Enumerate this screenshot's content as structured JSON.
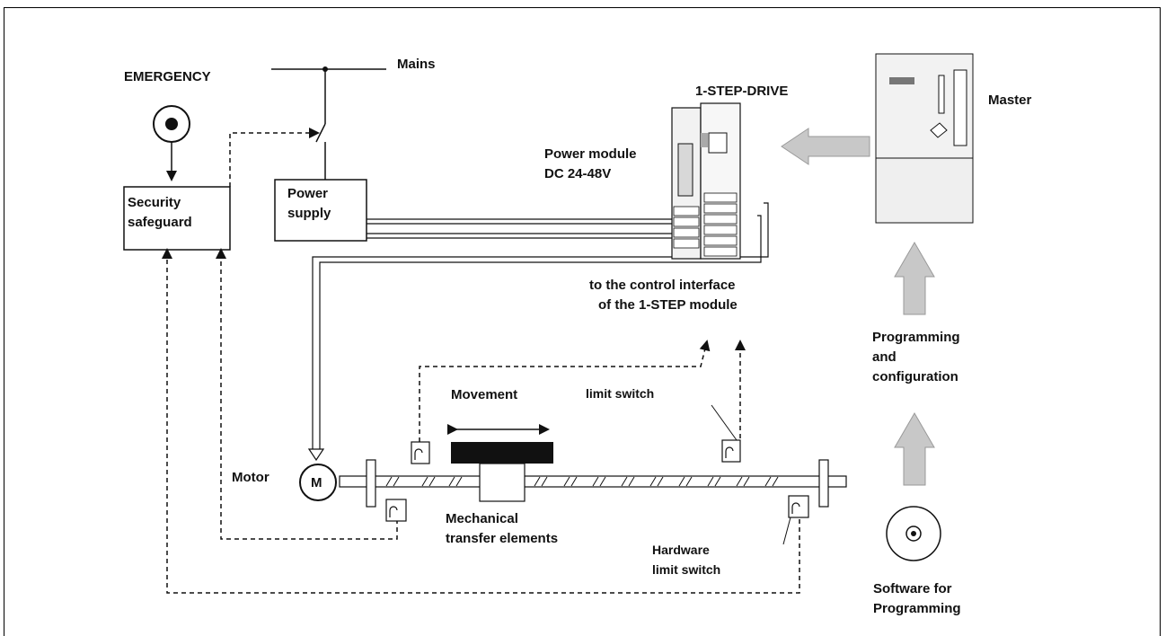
{
  "labels": {
    "emergency": "EMERGENCY",
    "mains": "Mains",
    "security_line1": "Security",
    "security_line2": "safeguard",
    "power_supply_line1": "Power",
    "power_supply_line2": "supply",
    "drive_title": "1-STEP-DRIVE",
    "power_module_line1": "Power module",
    "power_module_line2": "DC 24-48V",
    "master": "Master",
    "control_line1": "to the control interface",
    "control_line2": "of the 1-STEP module",
    "programming_line1": "Programming",
    "programming_line2": "and",
    "programming_line3": "configuration",
    "movement": "Movement",
    "limit_switch": "limit switch",
    "motor": "Motor",
    "motor_symbol": "M",
    "mech_line1": "Mechanical",
    "mech_line2": "transfer elements",
    "hw_line1": "Hardware",
    "hw_line2": "limit switch",
    "software_line1": "Software for",
    "software_line2": "Programming"
  }
}
